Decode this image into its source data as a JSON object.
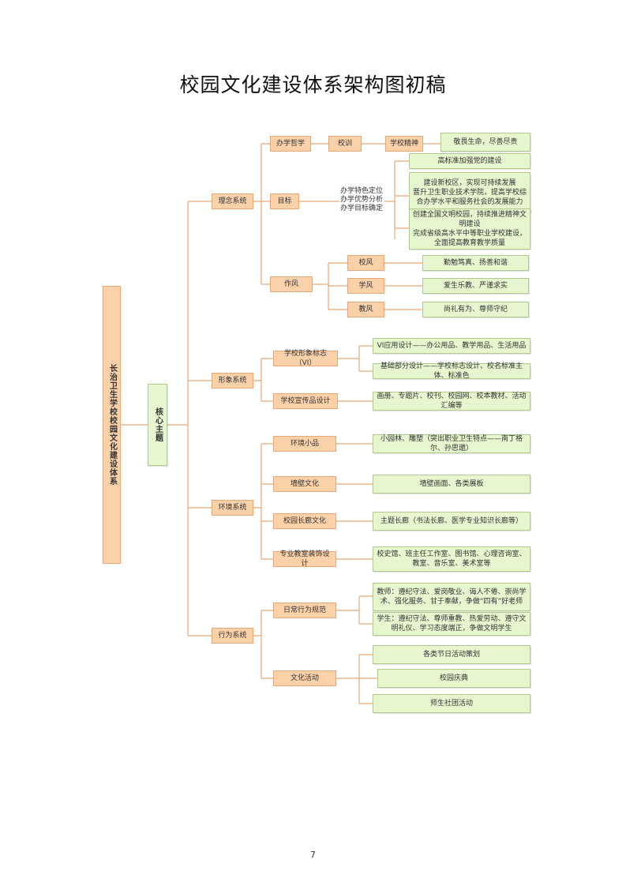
{
  "title": "校园文化建设体系架构图初稿",
  "page_number": "7",
  "root": "长治卫生学校校园文化建设体系",
  "core": "核心主题",
  "branches": {
    "linian": {
      "label": "理念系统",
      "banxue": {
        "label": "办学哲学",
        "xiaoxun": "校训",
        "jingshen": "学校精神",
        "motto": "敬畏生命，尽善尽责"
      },
      "mubiao": {
        "label": "目标",
        "mid": "办学特色定位\n办学优势分析\n办学目标确定",
        "items": [
          "高标准加强党的建设",
          "建设新校区，实现可持续发展\n晋升卫生职业技术学院，提高学校综合办学水平和服务社会的发展能力",
          "创建全国文明校园，持续推进精神文明建设\n完成省级高水平中等职业学校建设，全面提高教育教学质量"
        ]
      },
      "zuofeng": {
        "label": "作风",
        "items": [
          {
            "label": "校风",
            "text": "勤勉笃真、扬善和谐"
          },
          {
            "label": "学风",
            "text": "爱生乐教、严谨求实"
          },
          {
            "label": "教风",
            "text": "尚礼有为、尊师守纪"
          }
        ]
      }
    },
    "xingxiang": {
      "label": "形象系统",
      "items": [
        {
          "label": "学校形象标志（VI）",
          "texts": [
            "VI应用设计——办公用品、教学用品、生活用品",
            "基础部分设计——学校标志设计、校名标准主体、标准色"
          ]
        },
        {
          "label": "学校宣传品设计",
          "texts": [
            "画册、专题片、校刊、校园网、校本教材、活动汇编等"
          ]
        }
      ]
    },
    "huanjing": {
      "label": "环境系统",
      "items": [
        {
          "label": "环境小品",
          "text": "小园林、雕塑（突出职业卫生特点——南丁格尔、孙思邈）"
        },
        {
          "label": "墙壁文化",
          "text": "墙壁画面、各类展板"
        },
        {
          "label": "校园长廊文化",
          "text": "主题长廊（书法长廊、医学专业知识长廊等）"
        },
        {
          "label": "专业教室装饰设计",
          "text": "校史馆、班主任工作室、图书馆、心理咨询室、教室、音乐室、美术室等"
        }
      ]
    },
    "xingwei": {
      "label": "行为系统",
      "items": [
        {
          "label": "日常行为规范",
          "texts": [
            "教师：遵纪守法、爱岗敬业、诲人不倦、崇尚学术、强化服务、甘于奉献，争做“四有”好老师",
            "学生：遵纪守法、尊师重教、热爱劳动、遵守文明礼仪、学习态度端正，争做文明学生"
          ]
        },
        {
          "label": "文化活动",
          "texts": [
            "各类节日活动策划",
            "校园庆典",
            "师生社团活动"
          ]
        }
      ]
    }
  }
}
